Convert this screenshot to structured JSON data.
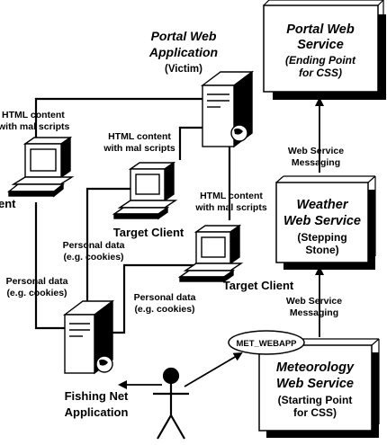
{
  "portal_app": {
    "title_lines": [
      "Portal Web",
      "Application"
    ],
    "subtitle": "(Victim)"
  },
  "portal_service": {
    "title_lines": [
      "Portal Web",
      "Service"
    ],
    "subtitle_lines": [
      "(Ending Point",
      "for CSS)"
    ]
  },
  "weather_service": {
    "title_lines": [
      "Weather",
      "Web Service"
    ],
    "subtitle_lines": [
      "(Stepping",
      "Stone)"
    ]
  },
  "meteorology_service": {
    "title_lines": [
      "Meteorology",
      "Web Service"
    ],
    "subtitle_lines": [
      "(Starting Point",
      "for CSS)"
    ]
  },
  "met_webapp_label": "MET_WEBAPP",
  "fishing_net": {
    "title_lines": [
      "Fishing Net",
      "Application"
    ]
  },
  "clients": {
    "left_partial": "ent",
    "middle": "Target Client",
    "right": "Target Client"
  },
  "labels": {
    "html_content_left": [
      "HTML content",
      "with mal scripts"
    ],
    "html_content_mid": [
      "HTML content",
      "with mal scripts"
    ],
    "html_content_right": [
      "HTML content",
      "with mal scripts"
    ],
    "personal_data_left": [
      "Personal data",
      "(e.g. cookies)"
    ],
    "personal_data_mid": [
      "Personal data",
      "(e.g. cookies)"
    ],
    "personal_data_right": [
      "Personal data",
      "(e.g. cookies)"
    ],
    "ws_messaging_top": [
      "Web Service",
      "Messaging"
    ],
    "ws_messaging_bottom": [
      "Web Service",
      "Messaging"
    ]
  }
}
